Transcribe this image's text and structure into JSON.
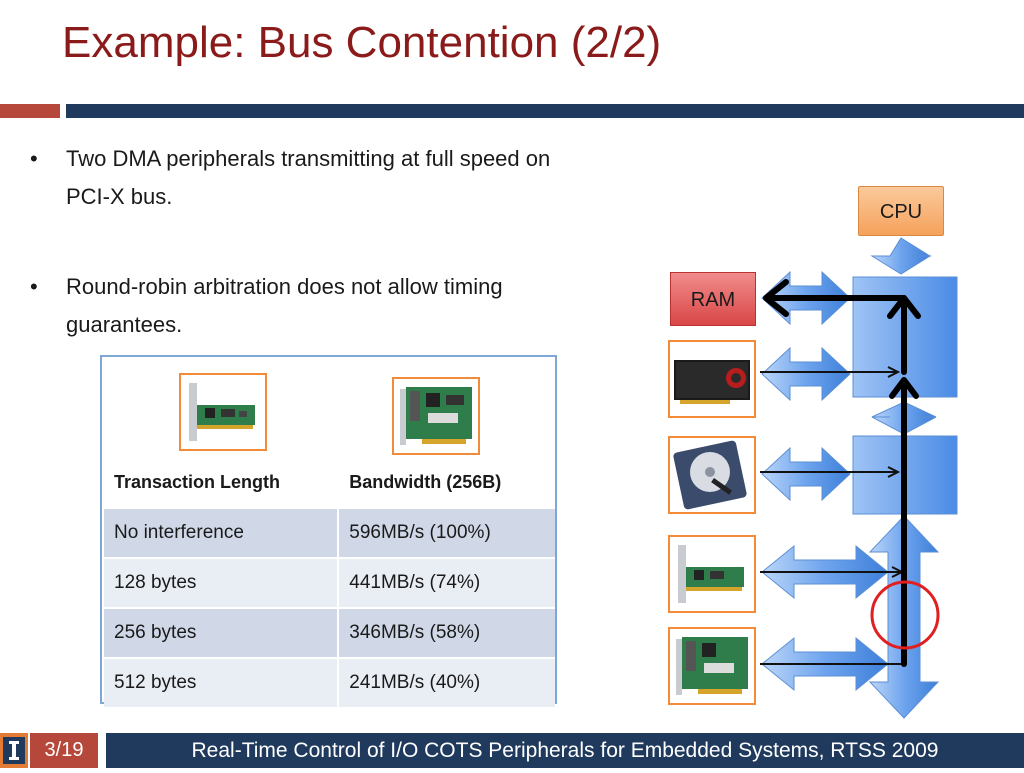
{
  "slide": {
    "title": "Example: Bus Contention (2/2)",
    "bullets": [
      "Two DMA peripherals transmitting at full speed on PCI-X bus.",
      "Round-robin arbitration does not allow timing guarantees."
    ]
  },
  "table": {
    "headers": [
      "Transaction Length",
      "Bandwidth (256B)"
    ],
    "rows": [
      [
        "No interference",
        "596MB/s (100%)"
      ],
      [
        "128 bytes",
        "441MB/s (74%)"
      ],
      [
        "256 bytes",
        "346MB/s (58%)"
      ],
      [
        "512 bytes",
        "241MB/s (40%)"
      ]
    ]
  },
  "diagram": {
    "cpu_label": "CPU",
    "ram_label": "RAM",
    "devices": [
      "graphics-card",
      "hard-drive",
      "network-card",
      "io-card"
    ]
  },
  "footer": {
    "page": "3/19",
    "caption": "Real-Time Control of I/O COTS Peripherals for Embedded Systems, RTSS 2009"
  },
  "colors": {
    "title": "#8b1a1a",
    "rule_accent": "#b5473b",
    "rule_main": "#1f3a5c",
    "table_odd": "#d0d8e8",
    "table_even": "#e9edf4",
    "contention_circle": "#e02020"
  }
}
